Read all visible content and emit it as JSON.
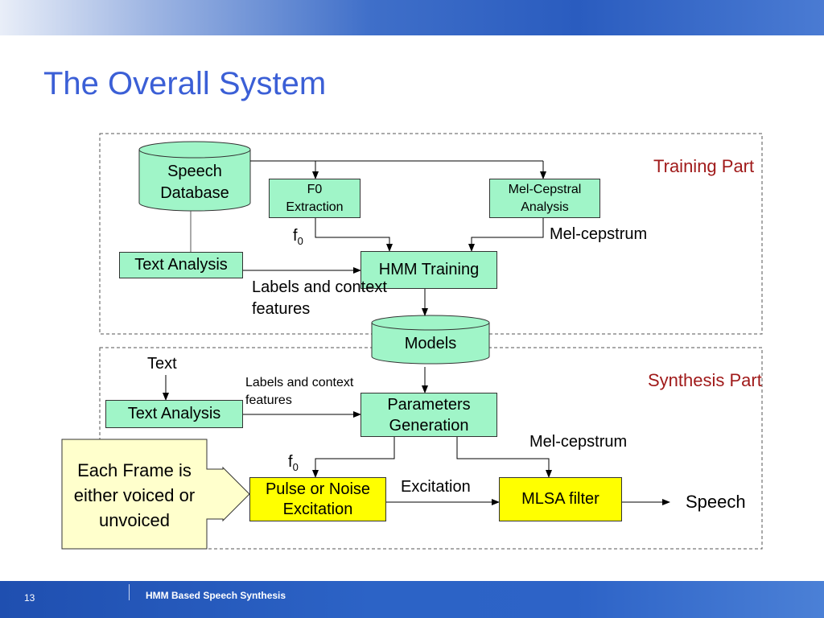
{
  "slide": {
    "title": "The Overall System",
    "page_number": "13",
    "footer": "HMM Based Speech Synthesis"
  },
  "training": {
    "section_label": "Training Part",
    "speech_database": "Speech Database",
    "f0_extraction": "F0 Extraction",
    "mel_cepstral_analysis": "Mel-Cepstral Analysis",
    "text_analysis": "Text Analysis",
    "hmm_training": "HMM Training",
    "f0_label": "f",
    "f0_sub": "0",
    "mel_cepstrum_label": "Mel-cepstrum",
    "labels_text": "Labels and context features"
  },
  "models": "Models",
  "synthesis": {
    "section_label": "Synthesis Part",
    "text_input": "Text",
    "text_analysis": "Text Analysis",
    "labels_text": "Labels and context features",
    "parameters_generation": "Parameters Generation",
    "mel_cepstrum_label": "Mel-cepstrum",
    "f0_label": "f",
    "f0_sub": "0",
    "pulse_noise": "Pulse or Noise Excitation",
    "excitation_label": "Excitation",
    "mlsa_filter": "MLSA filter",
    "speech_output": "Speech"
  },
  "callout": "Each Frame is either voiced or unvoiced",
  "colors": {
    "title": "#3b5fd6",
    "box_green": "#a0f5c8",
    "box_yellow": "#ffff00",
    "callout_fill": "#ffffcc",
    "section_label": "#a01a1a"
  }
}
